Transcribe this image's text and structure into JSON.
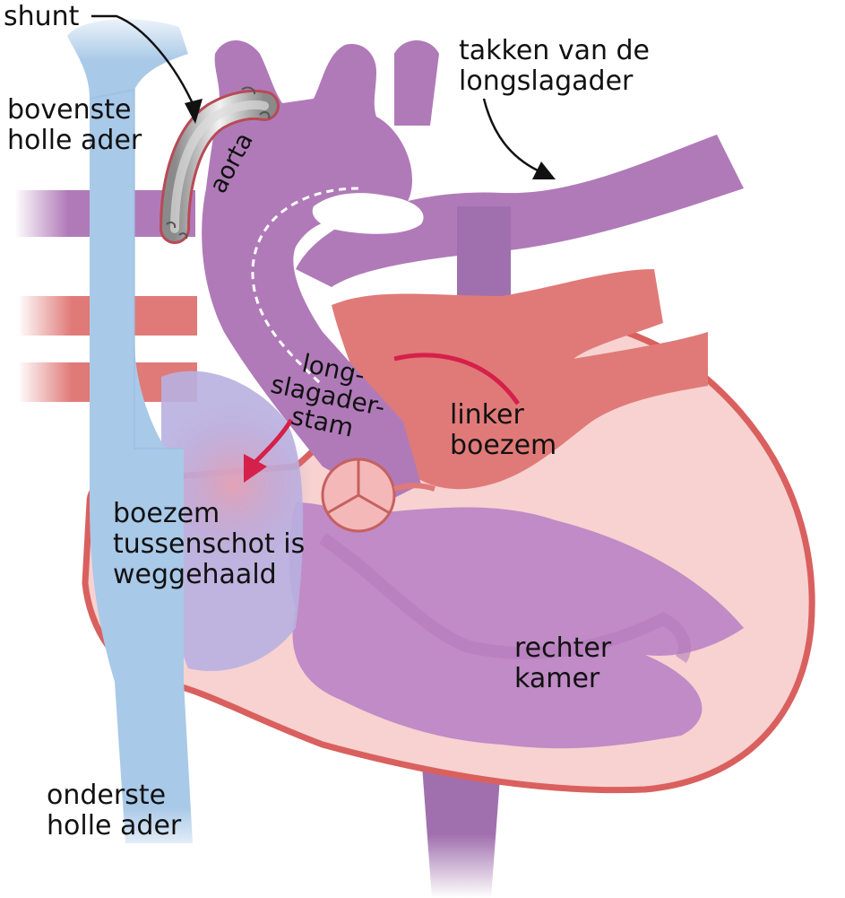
{
  "labels": {
    "shunt": "shunt",
    "superior_vena_cava": [
      "bovenste",
      "holle ader"
    ],
    "pulmonary_branches": [
      "takken van de",
      "longslagader"
    ],
    "aorta": "aorta",
    "pulmonary_trunk": [
      "long-",
      "slagader-",
      "stam"
    ],
    "left_atrium": [
      "linker",
      "boezem"
    ],
    "atrial_septum": [
      "boezem",
      "tussenschot is",
      "weggehaald"
    ],
    "right_ventricle": [
      "rechter",
      "kamer"
    ],
    "inferior_vena_cava": [
      "onderste",
      "holle ader"
    ]
  },
  "colors": {
    "vein_blue": "#a9c9e8",
    "vessel_purple": "#b07ab8",
    "vessel_purple_light": "#c99bcf",
    "artery_red": "#e07a78",
    "heart_pink": "#f7d2d0",
    "heart_outline": "#d9605e",
    "shunt_grey": "#c8c8c8",
    "arrow_red": "#d4204a",
    "text": "#111111"
  }
}
